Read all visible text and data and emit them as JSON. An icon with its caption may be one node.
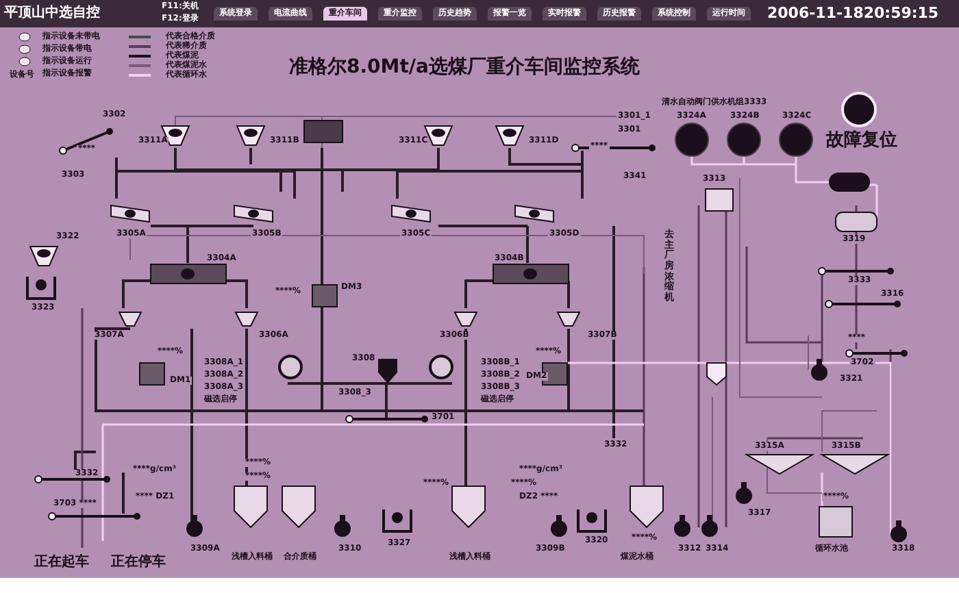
{
  "diagram": {
    "title": "准格尔8.0Mt/a选煤厂重介车间监控系统",
    "labels": [
      "平顶山中选自控",
      "F11:关机",
      "F12:登录",
      "系统登录",
      "电流曲线",
      "重介车间",
      "重介监控",
      "历史趋势",
      "报警一览",
      "实时报警",
      "历史报警",
      "系统控制",
      "运行时间",
      "2006-11-1820:59:15",
      "设备号",
      "3302",
      "****",
      "3311A",
      "3311B",
      "3311C",
      "3311D",
      "3301_1",
      "3301",
      "****",
      "清水自动阀门供水机组3333",
      "3324A",
      "3324B",
      "3324C",
      "故障复位",
      "3303",
      "3341",
      "3305A",
      "3305B",
      "3305C",
      "3305D",
      "3313",
      "3319",
      "3322",
      "3304A",
      "3304B",
      "****%",
      "DM3",
      "去主厂房浓缩机",
      "3333",
      "3316",
      "3323",
      "3307A",
      "3306A",
      "3306B",
      "3307B",
      "****",
      "3702",
      "****%",
      "DM1",
      "3308A_1",
      "3308A_2",
      "3308A_3",
      "磁选启停",
      "3308",
      "3308_3",
      "3308B_1",
      "3308B_2",
      "3308B_3",
      "磁选启停",
      "****%",
      "DM2",
      "3321",
      "3701",
      "3332",
      "3315A",
      "3315B",
      "3332",
      "****g/cm³",
      "****%",
      "****%",
      "****%",
      "****g/cm³",
      "3703 ****",
      "**** DZ1",
      "DZ2 ****",
      "****%",
      "3317",
      "****%",
      "3309A",
      "3310",
      "3327",
      "3309B",
      "3320",
      "3312",
      "3314",
      "3318",
      "****%",
      "浅槽入料桶",
      "合介质桶",
      "浅槽入料桶",
      "煤泥水桶",
      "循环水池",
      "正在起车",
      "正在停车"
    ],
    "legend": [
      {
        "text": "指示设备未带电"
      },
      {
        "text": "指示设备带电"
      },
      {
        "text": "指示设备运行"
      },
      {
        "text": "指示设备报警"
      },
      {
        "text": "代表合格介质"
      },
      {
        "text": "代表稀介质"
      },
      {
        "text": "代表煤泥"
      },
      {
        "text": "代表煤泥水"
      },
      {
        "text": "代表循环水"
      }
    ]
  }
}
